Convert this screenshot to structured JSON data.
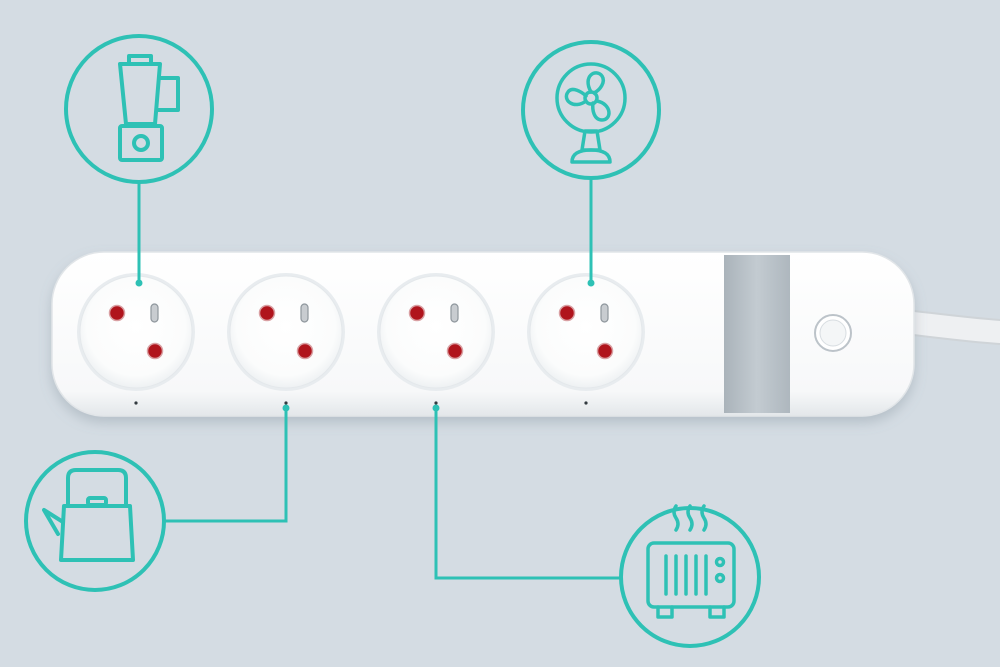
{
  "colors": {
    "background": "#d4dce3",
    "accent": "#2ec1b5",
    "strip_body": "#f9fafb",
    "socket_face": "#ffffff",
    "contact_pin": "#b0141c",
    "ground_pin": "#c8ccd0",
    "switch_panel": "#b8c1c7",
    "cord": "#eef0f2"
  },
  "product": {
    "name": "power-strip",
    "socket_count": 4,
    "socket_type": "french-type-e",
    "has_power_button": true
  },
  "appliances": [
    {
      "icon": "blender-icon",
      "connected_socket": 1
    },
    {
      "icon": "kettle-icon",
      "connected_socket": 2
    },
    {
      "icon": "heater-icon",
      "connected_socket": 3
    },
    {
      "icon": "fan-icon",
      "connected_socket": 4
    }
  ]
}
